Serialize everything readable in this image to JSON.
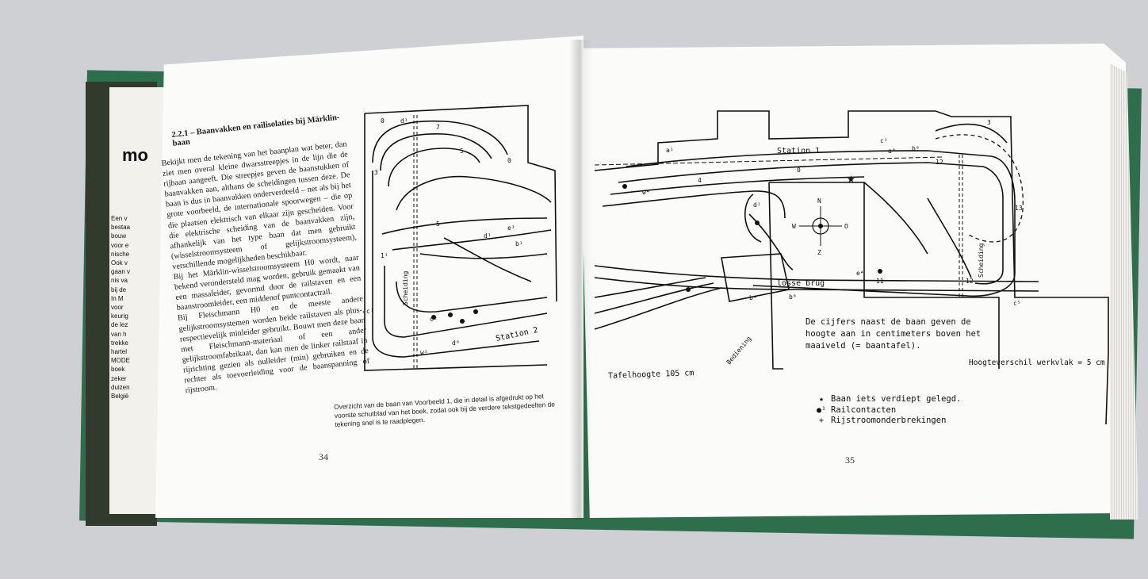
{
  "book": {
    "insert_logo": "mo",
    "insert_lines": [
      "Een v",
      "bestaa",
      "bouw",
      "voor e",
      "nische",
      "Ook v",
      "gaan v",
      "nis va",
      "bij de",
      "In M",
      "voor",
      "keurig",
      "de lez",
      "van h",
      "trekke",
      "hartel",
      "MODE",
      "boek",
      "zeker",
      "duizen",
      "België"
    ]
  },
  "left_page": {
    "section_heading": "2.2.1 – Baanvakken en railisolaties bij Märklin-baan",
    "body_text": "Bekijkt men de tekening van het baanplan wat beter, dan ziet men overal kleine dwarsstreepjes in de lijn die de rijbaan aangeeft. Die streepjes geven de baanstukken of baanvakken aan, althans de scheidingen tussen deze. De baan is dus in baanvakken onderverdeeld – net als bij het grote voorbeeld, de internationale spoorwegen – die op die plaatsen elektrisch van elkaar zijn gescheiden. Voor die elektrische scheiding van de baanvakken zijn, afhankelijk van het type baan dat men gebruikt (wisselstroomsysteem of gelijkstroomsysteem), verschillende mogelijkheden beschikbaar.\nBij het Märklin-wisselstroomsysteem H0 wordt, naar bekend verondersteld mag worden, gebruik gemaakt van een massaleider, gevormd door de railstaven en een baanstroomleider, een middenof puntcontactrail.\nBij Fleischmann H0 en de meeste andere gelijkstroomsystemen worden beide railstaven als plus-, respectievelijk minleider gebruikt. Bouwt men deze baan met Fleischmann-materiaal of een ander gelijkstroomfabrikaat, dan kan men de linker railstaaf in rijrichting gezien als nulleider (min) gebruiken en de rechter als toevoerleiding voor de baanspanning of rijstroom.",
    "caption": "Overzicht van de baan van Voorbeeld 1, die in detail is afgedrukt op het voorste schutblad van het boek, zodat ook bij de verdere tekstgedeelten de tekening snel is te raadplegen.",
    "page_number": "34",
    "diagram_labels": {
      "station": "Station 2",
      "divider": "Scheiding"
    }
  },
  "right_page": {
    "station_label": "Station 1",
    "bridge_label": "losse brug",
    "divider_label": "Scheiding",
    "control_label": "Bediening",
    "compass": {
      "north": "N",
      "south": "Z",
      "east": "O",
      "west": "W"
    },
    "note": "De cijfers naast de baan geven de hoogte aan in centimeters boven het maaiveld (= baantafel).",
    "table_height": "Tafelhoogte 105 cm",
    "height_diff": "Hoogteverschil werkvlak = 5 cm",
    "legend": [
      {
        "symbol": "star-icon",
        "glyph": "★",
        "text": "Baan iets verdiept gelegd."
      },
      {
        "symbol": "dot-icon",
        "glyph": "●¹",
        "text": "Railcontacten"
      },
      {
        "symbol": "cross-icon",
        "glyph": "+",
        "text": "Rijstroomonderbrekingen"
      }
    ],
    "page_number": "35"
  },
  "colors": {
    "cover": "#2f6e4d",
    "paper": "#fbfbf9",
    "ink": "#111111",
    "background": "#cfd0d3"
  }
}
